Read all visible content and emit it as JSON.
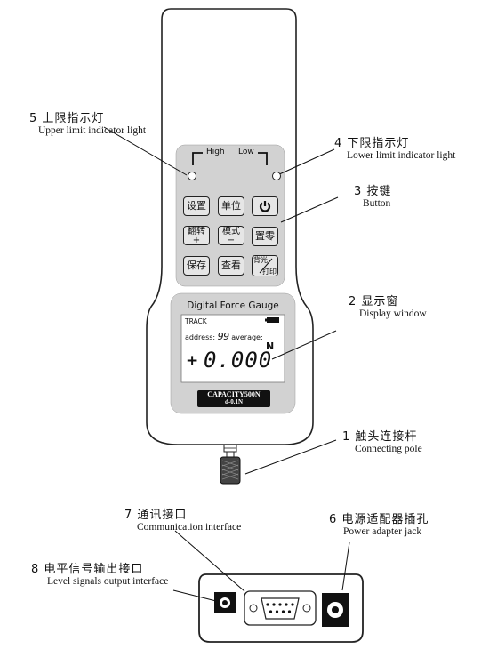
{
  "device": {
    "led_labels": {
      "high": "High",
      "low": "Low"
    },
    "keys": {
      "set": "设置",
      "unit": "单位",
      "power": "power-icon",
      "flip": "翻转",
      "flip_sub": "+",
      "mode": "模式",
      "mode_sub": "−",
      "zero": "置零",
      "save": "保存",
      "view": "查看",
      "backlight": "背光",
      "print": "打印"
    },
    "display": {
      "title": "Digital Force Gauge",
      "mode": "TRACK",
      "address_label": "address:",
      "address_value": "99",
      "average_label": "average:",
      "unit": "N",
      "sign": "+",
      "reading": "0.000"
    },
    "capacity_line1": "CAPACITY500N",
    "capacity_line2": "d-0.1N"
  },
  "callouts": [
    {
      "id": "pole",
      "number": "1",
      "cn": "触头连接杆",
      "en": "Connecting pole"
    },
    {
      "id": "display",
      "number": "2",
      "cn": "显示窗",
      "en": "Display window"
    },
    {
      "id": "button",
      "number": "3",
      "cn": "按键",
      "en": "Button"
    },
    {
      "id": "lower",
      "number": "4",
      "cn": "下限指示灯",
      "en": "Lower limit indicator light"
    },
    {
      "id": "upper",
      "number": "5",
      "cn": "上限指示灯",
      "en": "Upper limit indicator light"
    },
    {
      "id": "power",
      "number": "6",
      "cn": "电源适配器插孔",
      "en": "Power adapter jack"
    },
    {
      "id": "comm",
      "number": "7",
      "cn": "通讯接口",
      "en": "Communication interface"
    },
    {
      "id": "level",
      "number": "8",
      "cn": "电平信号输出接口",
      "en": "Level signals output interface"
    }
  ]
}
